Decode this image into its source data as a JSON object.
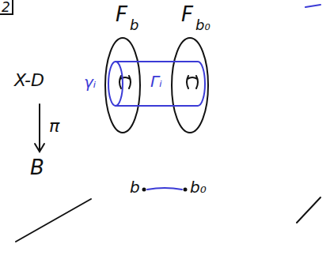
{
  "diagram": {
    "labels": [
      "2",
      "F",
      "b",
      "F",
      "b₀",
      "X-D",
      "π",
      "B",
      "γᵢ",
      "Γᵢ",
      "b",
      "b₀"
    ]
  }
}
